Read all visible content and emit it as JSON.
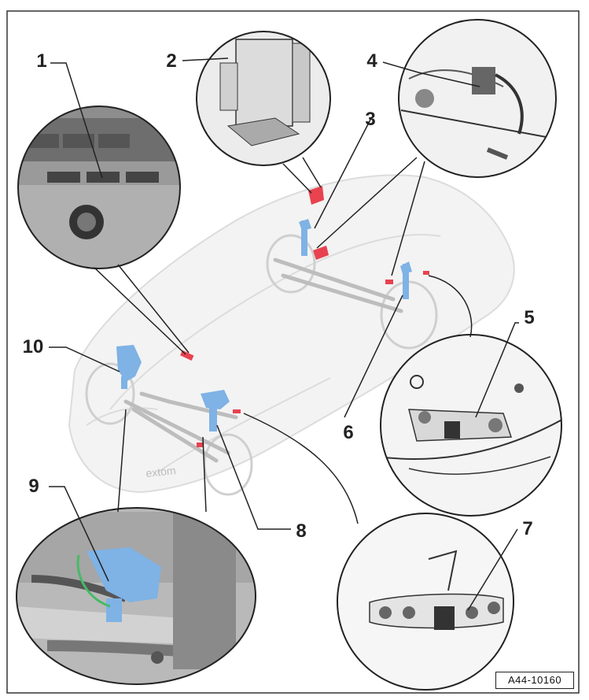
{
  "callouts": {
    "c1": "1",
    "c2": "2",
    "c3": "3",
    "c4": "4",
    "c5": "5",
    "c6": "6",
    "c7": "7",
    "c8": "8",
    "c9": "9",
    "c10": "10"
  },
  "watermark": "extom",
  "figure_code": "A44-10160",
  "colors": {
    "component_blue": "#7fb2e5",
    "component_red": "#e8424f",
    "ghost_car": "#e3e3e3",
    "line": "#222222"
  }
}
